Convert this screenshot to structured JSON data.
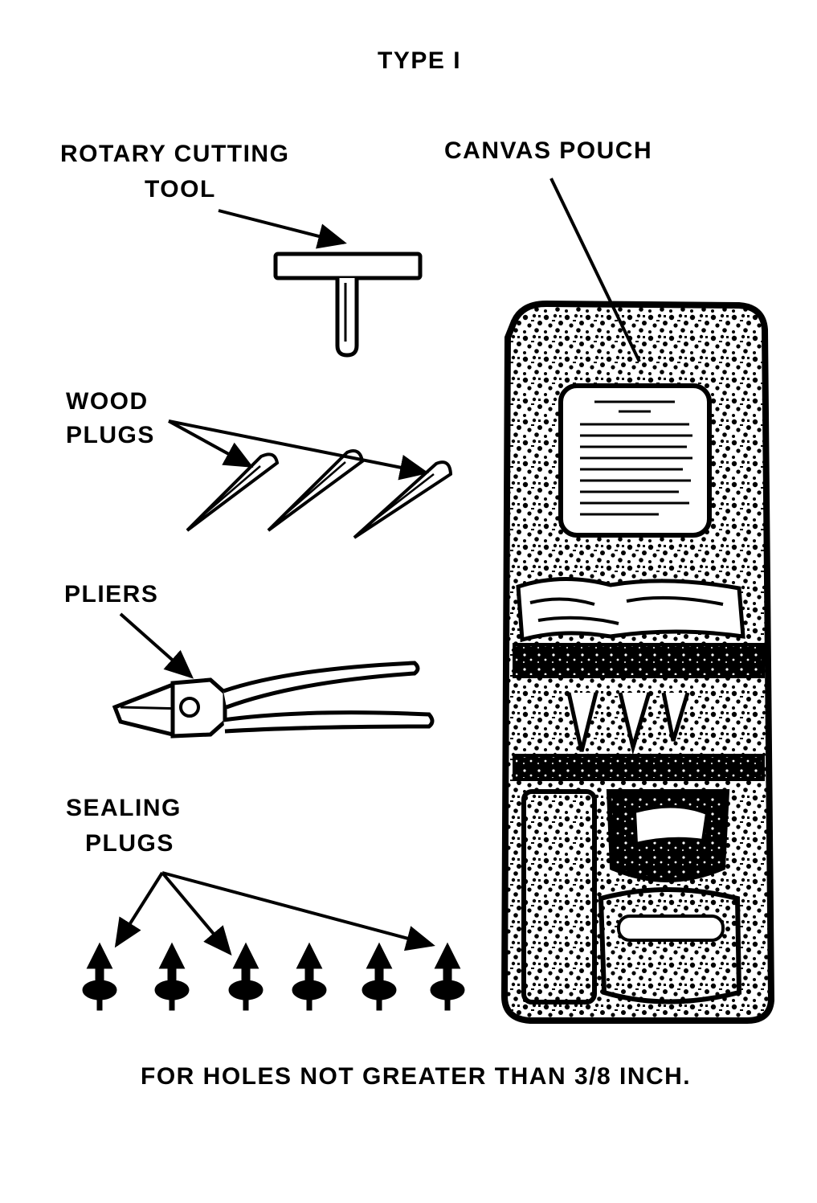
{
  "title": "TYPE I",
  "labels": {
    "rotary_cutting_tool": [
      "ROTARY CUTTING",
      "TOOL"
    ],
    "canvas_pouch": "CANVAS POUCH",
    "wood_plugs": [
      "WOOD",
      "PLUGS"
    ],
    "pliers": "PLIERS",
    "sealing_plugs": [
      "SEALING",
      "PLUGS"
    ]
  },
  "caption": "FOR HOLES NOT GREATER THAN 3/8 INCH.",
  "colors": {
    "ink": "#000000",
    "paper": "#ffffff"
  },
  "icons": {
    "rotary_cutting_tool": "t-handle-tool-icon",
    "wood_plugs": "tapered-wood-plug-icon",
    "pliers": "pliers-icon",
    "sealing_plugs": "sealing-plug-icon",
    "canvas_pouch": "canvas-pouch-icon"
  }
}
